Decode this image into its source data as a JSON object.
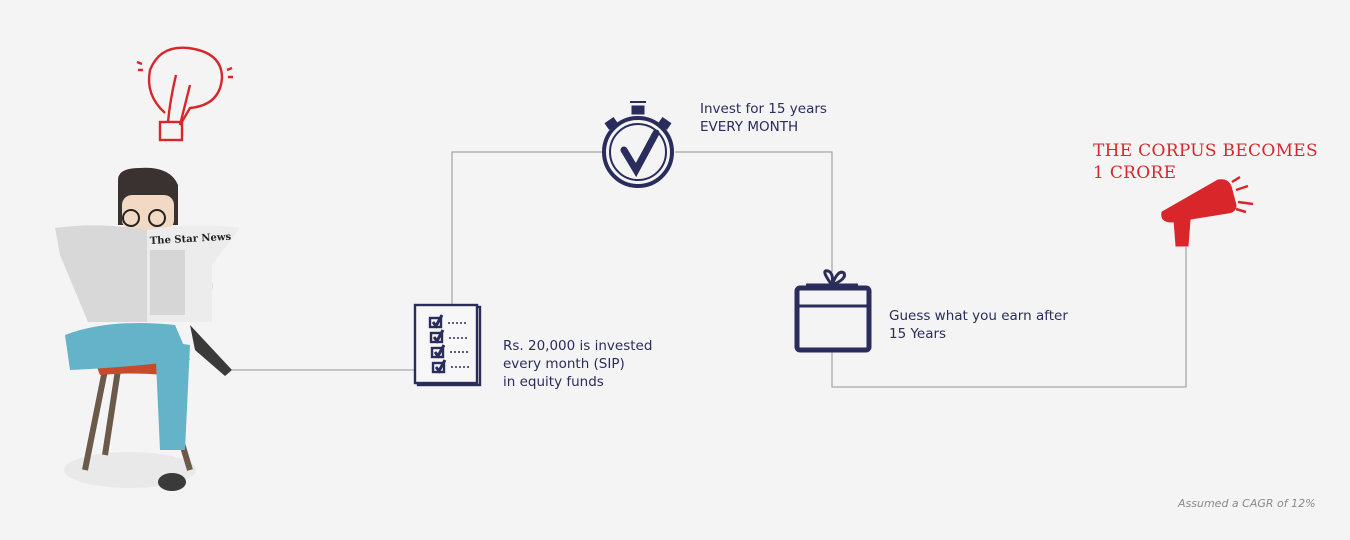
{
  "steps": {
    "invest": {
      "line1": "Rs. 20,000 is invested",
      "line2": "every month (SIP)",
      "line3": "in equity funds"
    },
    "duration": {
      "line1": "Invest for 15 years",
      "line2": "EVERY MONTH"
    },
    "earn": {
      "line1": "Guess what you earn after",
      "line2": "15 Years"
    },
    "result": {
      "line1": "THE CORPUS BECOMES",
      "line2": "1 CRORE"
    }
  },
  "newspaper_title": "The Star News",
  "footnote": "Assumed a CAGR of 12%",
  "colors": {
    "background": "#f4f4f4",
    "navy": "#2a2c5c",
    "red": "#d9262a",
    "connector": "#a8a8a8"
  }
}
